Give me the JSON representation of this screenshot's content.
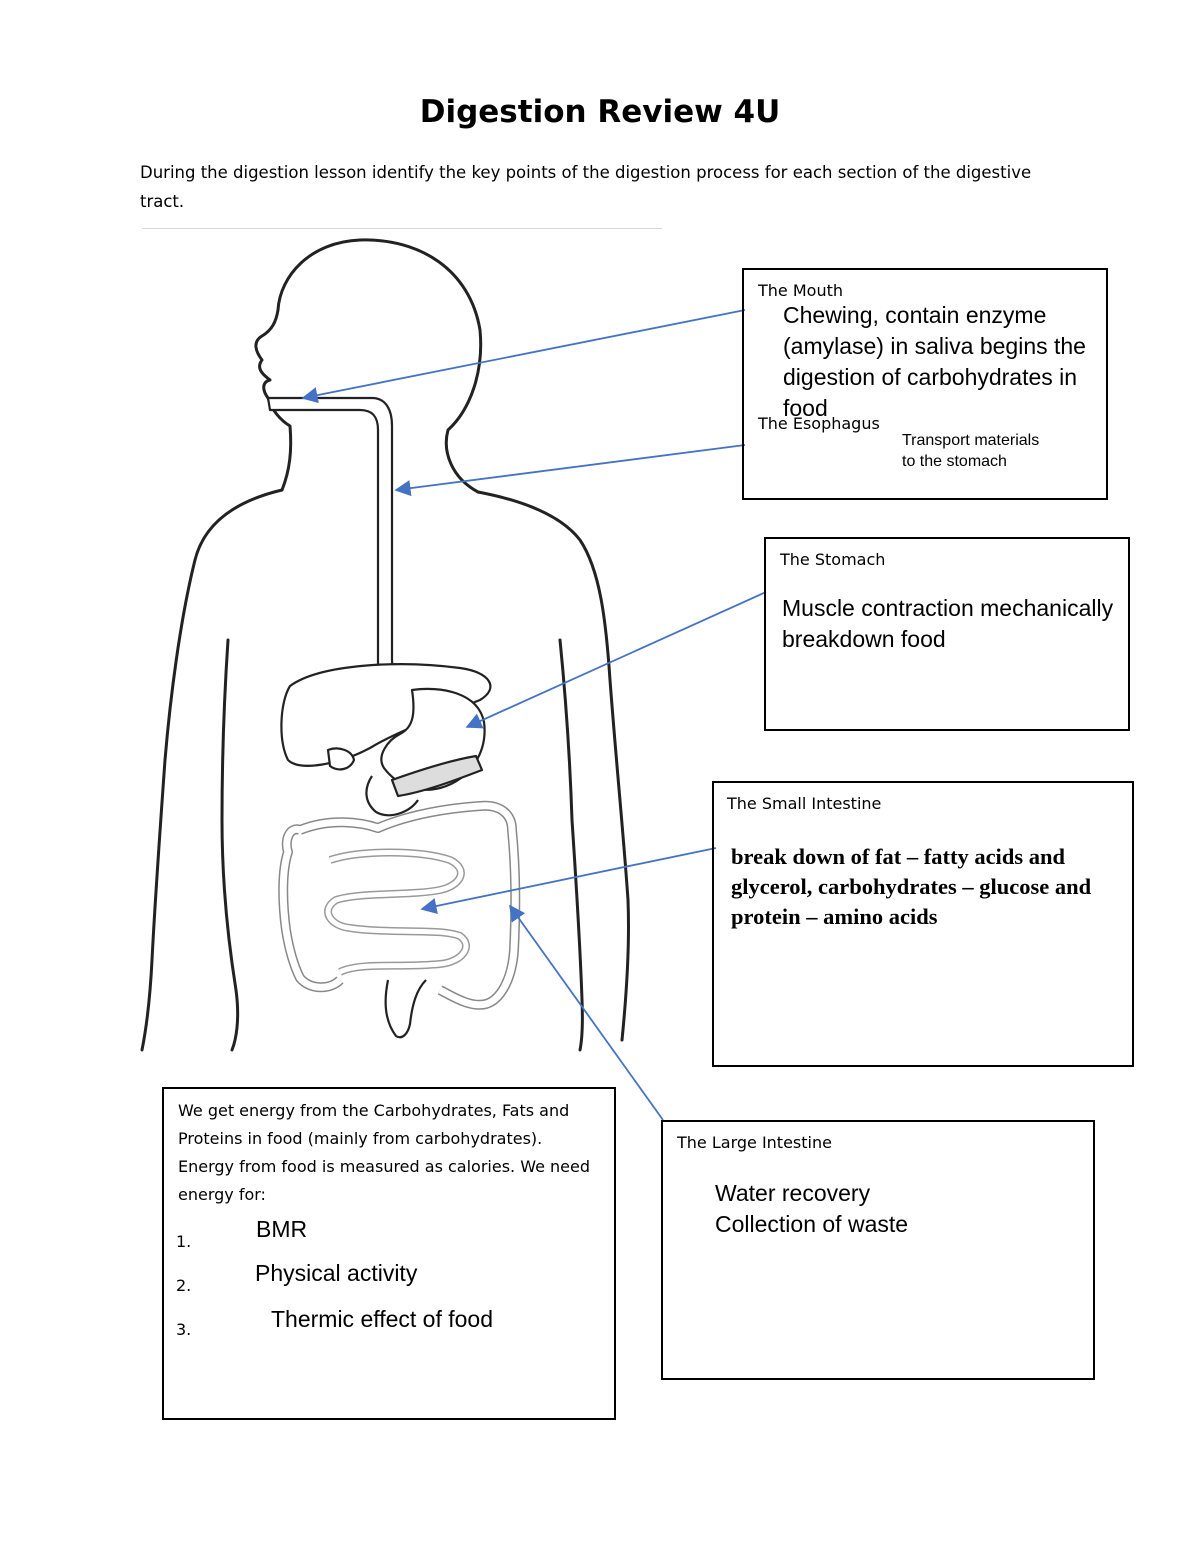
{
  "title": "Digestion Review 4U",
  "intro": "During the digestion lesson identify the key points of the digestion process for each section of the digestive tract.",
  "sections": {
    "mouth": {
      "label": "The Mouth",
      "answer": "Chewing, contain enzyme (amylase) in saliva begins the digestion of carbohydrates in food"
    },
    "esophagus": {
      "label": "The Esophagus",
      "answer": "Transport materials to the stomach"
    },
    "stomach": {
      "label": "The Stomach",
      "answer": "Muscle contraction mechanically breakdown food"
    },
    "small_intestine": {
      "label": "The Small Intestine",
      "answer": "break down of fat – fatty acids and glycerol, carbohydrates – glucose and protein – amino acids"
    },
    "large_intestine": {
      "label": "The Large Intestine",
      "answer_line1": "Water recovery",
      "answer_line2": "Collection of waste"
    }
  },
  "energy": {
    "text": "We get energy from the Carbohydrates, Fats and Proteins in food (mainly from carbohydrates).  Energy from food is measured as calories.  We need energy for:",
    "items": [
      {
        "number": "1.",
        "answer": "BMR"
      },
      {
        "number": "2.",
        "answer": "Physical activity"
      },
      {
        "number": "3.",
        "answer": "Thermic effect of food"
      }
    ]
  },
  "colors": {
    "arrow": "#4472c4",
    "outline": "#222222",
    "border": "#000000"
  },
  "icons": {
    "diagram": "human-digestive-system-outline"
  }
}
